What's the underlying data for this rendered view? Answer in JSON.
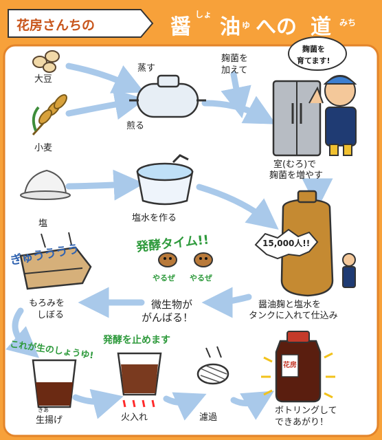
{
  "header": {
    "brand": "花房さんちの",
    "title_parts": [
      "醤",
      "油",
      "への",
      "道"
    ],
    "ruby": {
      "sho": "しょ",
      "yu": "ゆ",
      "michi": "みち"
    }
  },
  "steps": {
    "soybean": "大豆",
    "steam": "蒸す",
    "add_koji": [
      "麹菌を",
      "加えて"
    ],
    "roast": "煎る",
    "wheat": "小麦",
    "muro": [
      "室(むろ)で",
      "麹菌を増やす"
    ],
    "salt": "塩",
    "brine": "塩水を作る",
    "tank": [
      "醤油麹と塩水を",
      "タンクに入れて仕込み"
    ],
    "microbe": [
      "微生物が",
      "がんばる！"
    ],
    "press": [
      "もろみを",
      "しぼる"
    ],
    "raw": "生揚げ",
    "raw_ruby": "きあ",
    "heat": "火入れ",
    "filter": "濾過",
    "bottle": [
      "ボトリングして",
      "できあがり！"
    ]
  },
  "bubbles": {
    "koji_speech": [
      "麹菌を",
      "育てます!"
    ],
    "people": "15,000人!!",
    "ferment_time": "発酵タイム!!",
    "yaruze": "やるぜ",
    "squeeze": "ぎゅうううう",
    "this_is_raw": "これが生のしょうゆ!",
    "stop_ferment": "発酵を止めます",
    "bottle_label": "花房"
  },
  "colors": {
    "background": "#f7a13a",
    "panel": "#ffffff",
    "arrow": "#a9c9ea",
    "arrow_stroke": "#7aa8d8",
    "green_text": "#2e9a3c",
    "blue_text": "#2f62b0"
  }
}
